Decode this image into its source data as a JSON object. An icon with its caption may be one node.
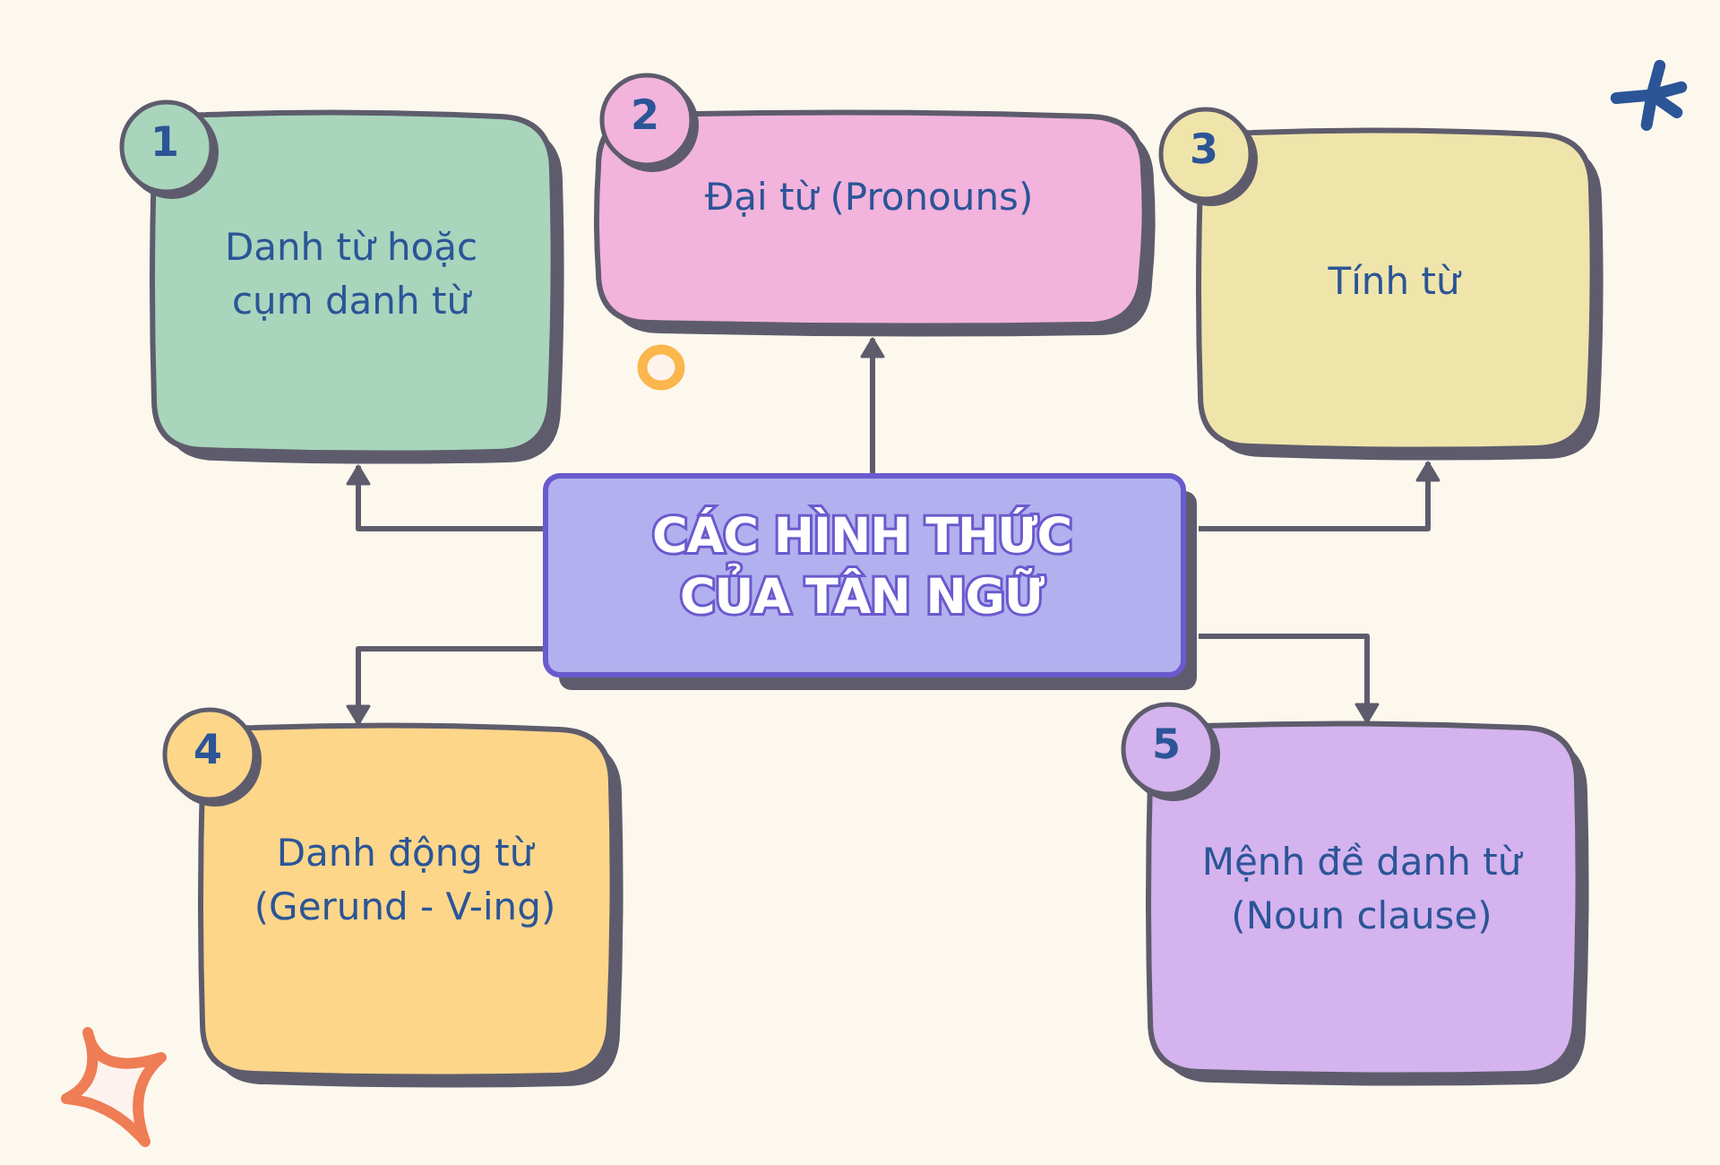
{
  "diagram": {
    "nodes": [
      {
        "text": [
          "CÁC HÌNH THỨC CỦA TÂN NGỮ"
        ]
      },
      {
        "text": [
          "1"
        ]
      },
      {
        "text": [
          "Danh từ hoặc cụm danh từ"
        ]
      },
      {
        "text": [
          "2"
        ]
      },
      {
        "text": [
          "Đại từ (Pronouns)"
        ]
      },
      {
        "text": [
          "3"
        ]
      },
      {
        "text": [
          "Tính từ"
        ]
      },
      {
        "text": [
          "4"
        ]
      },
      {
        "text": [
          "Danh động từ (Gerund - V-ing)"
        ]
      },
      {
        "text": [
          "5"
        ]
      },
      {
        "text": [
          "Mệnh đề danh từ (Noun clause)"
        ]
      }
    ],
    "edges": [
      {
        "from": 0,
        "to": 2,
        "arrow": "to"
      },
      {
        "from": 0,
        "to": 4,
        "arrow": "to"
      },
      {
        "from": 0,
        "to": 6,
        "arrow": "to"
      },
      {
        "from": 0,
        "to": 8,
        "arrow": "to"
      },
      {
        "from": 0,
        "to": 10,
        "arrow": "to"
      }
    ]
  }
}
